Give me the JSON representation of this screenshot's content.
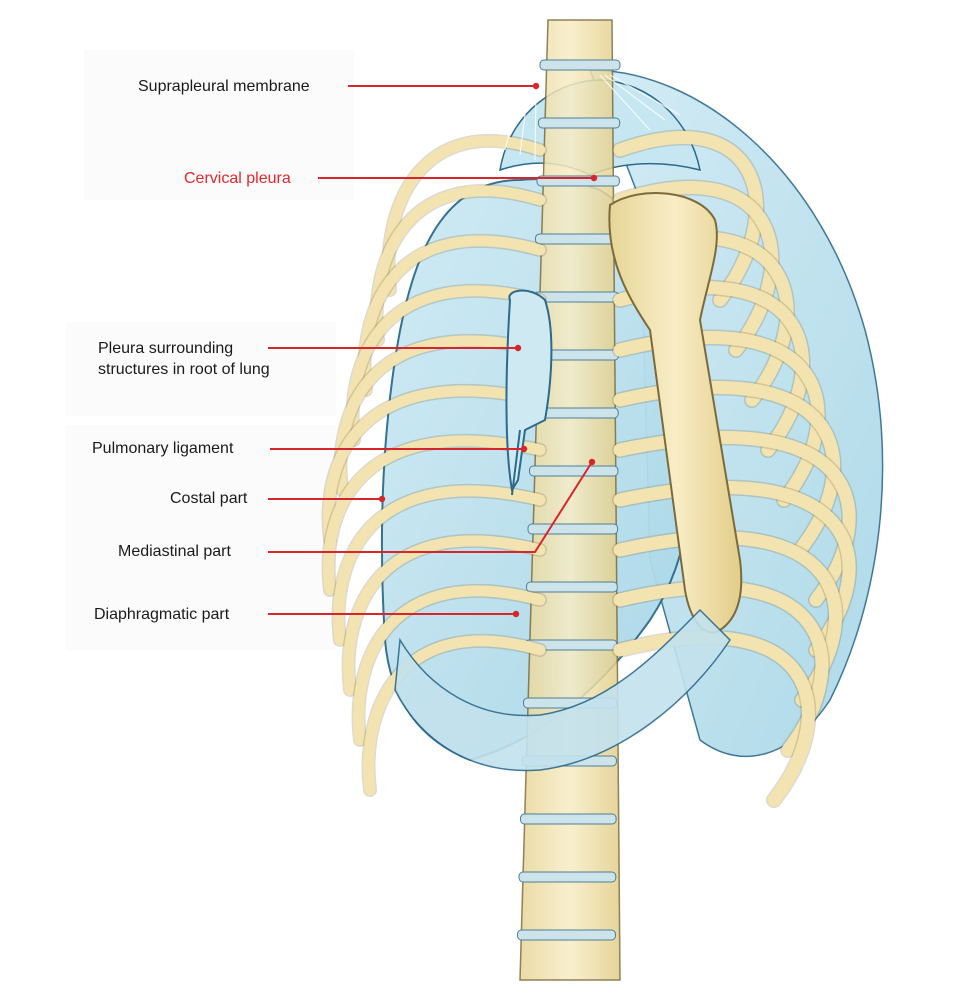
{
  "diagram": {
    "colors": {
      "bone": "#f2e3b0",
      "bone_edge": "#7c6a3c",
      "pleura": "#b9e0ee",
      "pleura_edge": "#2c6a8c",
      "leader": "#d7262b",
      "highlight_text": "#e8262c",
      "text": "#1a1a1a"
    },
    "labels": {
      "suprapleural_membrane": "Suprapleural membrane",
      "cervical_pleura": "Cervical pleura",
      "root_pleura": "Pleura surrounding structures in root of lung",
      "pulmonary_ligament": "Pulmonary ligament",
      "costal_part": "Costal part",
      "mediastinal_part": "Mediastinal part",
      "diaphragmatic_part": "Diaphragmatic part"
    },
    "highlighted_label": "Cervical pleura"
  }
}
